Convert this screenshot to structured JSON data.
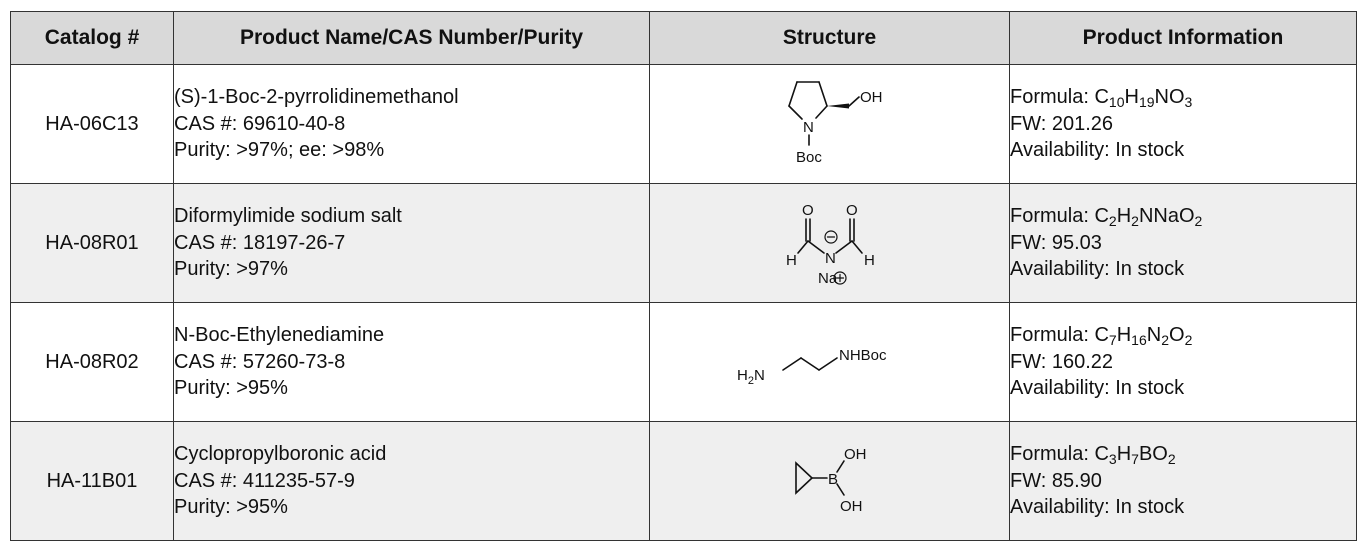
{
  "headers": {
    "catalog": "Catalog #",
    "product": "Product Name/CAS Number/Purity",
    "structure": "Structure",
    "info": "Product Information"
  },
  "labels": {
    "formula": "Formula: ",
    "fw": "FW: ",
    "availability": "Availability: "
  },
  "rows": [
    {
      "catalog": "HA-06C13",
      "name": "(S)-1-Boc-2-pyrrolidinemethanol",
      "cas": "CAS #: 69610-40-8",
      "purity": "Purity: >97%; ee: >98%",
      "formula": [
        {
          "t": "C"
        },
        {
          "s": "10"
        },
        {
          "t": "H"
        },
        {
          "s": "19"
        },
        {
          "t": "NO"
        },
        {
          "s": "3"
        }
      ],
      "fw": "201.26",
      "availability": "In stock",
      "structure": {
        "oh": "OH",
        "n": "N",
        "boc": "Boc"
      }
    },
    {
      "catalog": "HA-08R01",
      "name": "Diformylimide sodium salt",
      "cas": "CAS #: 18197-26-7",
      "purity": "Purity: >97%",
      "formula": [
        {
          "t": "C"
        },
        {
          "s": "2"
        },
        {
          "t": "H"
        },
        {
          "s": "2"
        },
        {
          "t": "NNaO"
        },
        {
          "s": "2"
        }
      ],
      "fw": "95.03",
      "availability": "In stock",
      "structure": {
        "o1": "O",
        "o2": "O",
        "h1": "H",
        "h2": "H",
        "n": "N",
        "na": "Na"
      }
    },
    {
      "catalog": "HA-08R02",
      "name": "N-Boc-Ethylenediamine",
      "cas": "CAS #: 57260-73-8",
      "purity": "Purity: >95%",
      "formula": [
        {
          "t": "C"
        },
        {
          "s": "7"
        },
        {
          "t": "H"
        },
        {
          "s": "16"
        },
        {
          "t": "N"
        },
        {
          "s": "2"
        },
        {
          "t": "O"
        },
        {
          "s": "2"
        }
      ],
      "fw": "160.22",
      "availability": "In stock",
      "structure": {
        "h": "H",
        "h_sub": "2",
        "n": "N",
        "nhboc": "NHBoc"
      }
    },
    {
      "catalog": "HA-11B01",
      "name": "Cyclopropylboronic acid",
      "cas": "CAS #: 411235-57-9",
      "purity": "Purity: >95%",
      "formula": [
        {
          "t": "C"
        },
        {
          "s": "3"
        },
        {
          "t": "H"
        },
        {
          "s": "7"
        },
        {
          "t": "BO"
        },
        {
          "s": "2"
        }
      ],
      "fw": "85.90",
      "availability": "In stock",
      "structure": {
        "oh1": "OH",
        "b": "B",
        "oh2": "OH"
      }
    }
  ]
}
